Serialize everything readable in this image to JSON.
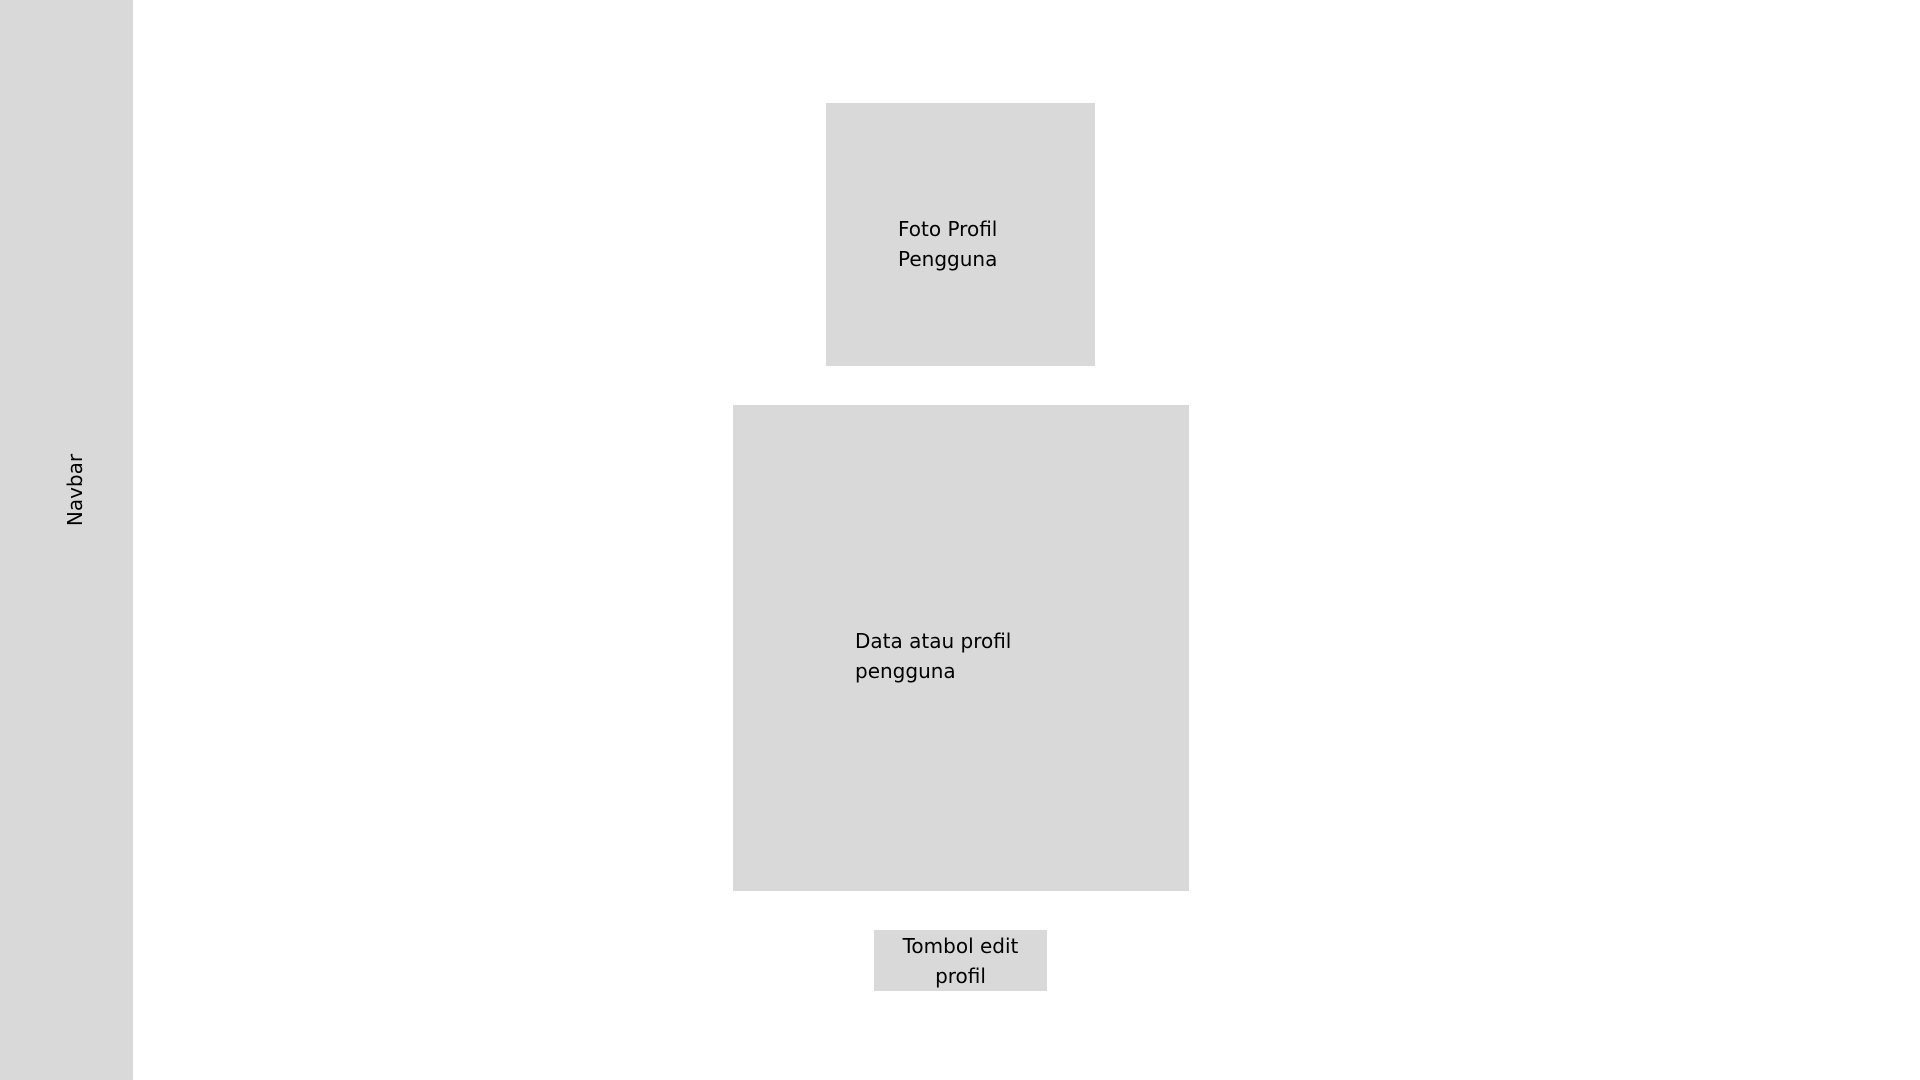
{
  "navbar": {
    "label": "Navbar"
  },
  "profile_photo": {
    "label": "Foto Profil Pengguna"
  },
  "profile_data": {
    "label": "Data atau profil pengguna"
  },
  "edit_button": {
    "label": "Tombol edit profil"
  },
  "colors": {
    "placeholder": "#d9d9d9",
    "background": "#ffffff",
    "text": "#000000"
  }
}
